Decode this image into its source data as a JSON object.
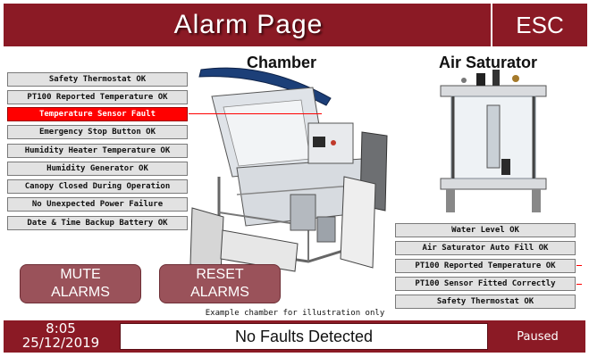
{
  "header": {
    "title": "Alarm Page",
    "esc_label": "ESC"
  },
  "sections": {
    "chamber": "Chamber",
    "air_saturator": "Air Saturator"
  },
  "chamber_alarms": [
    {
      "label": "Safety Thermostat OK",
      "state": "ok"
    },
    {
      "label": "PT100 Reported Temperature OK",
      "state": "ok"
    },
    {
      "label": "Temperature Sensor Fault",
      "state": "fault"
    },
    {
      "label": "Emergency Stop Button OK",
      "state": "ok"
    },
    {
      "label": "Humidity Heater Temperature OK",
      "state": "ok"
    },
    {
      "label": "Humidity Generator OK",
      "state": "ok"
    },
    {
      "label": "Canopy Closed During Operation",
      "state": "ok"
    },
    {
      "label": "No Unexpected Power Failure",
      "state": "ok"
    },
    {
      "label": "Date & Time Backup Battery OK",
      "state": "ok"
    }
  ],
  "saturator_alarms": [
    {
      "label": "Water Level OK",
      "state": "ok"
    },
    {
      "label": "Air Saturator Auto Fill OK",
      "state": "ok"
    },
    {
      "label": "PT100 Reported Temperature OK",
      "state": "ok"
    },
    {
      "label": "PT100 Sensor Fitted Correctly",
      "state": "ok"
    },
    {
      "label": "Safety Thermostat OK",
      "state": "ok"
    }
  ],
  "buttons": {
    "mute": {
      "line1": "MUTE",
      "line2": "ALARMS"
    },
    "reset": {
      "line1": "RESET",
      "line2": "ALARMS"
    }
  },
  "caption": "Example chamber for illustration only",
  "footer": {
    "time": "8:05",
    "date": "25/12/2019",
    "status": "No Faults Detected",
    "mode": "Paused"
  },
  "colors": {
    "brand": "#8b1a25",
    "button": "#9a525a",
    "fault": "#ff0000",
    "ok_bg": "#e2e2e2"
  }
}
